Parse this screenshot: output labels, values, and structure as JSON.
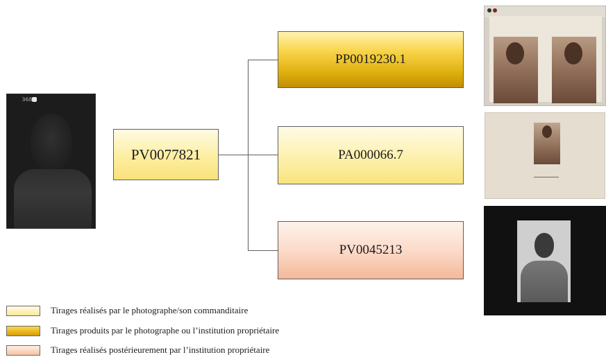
{
  "root": {
    "id": "PV0077821"
  },
  "branches": [
    {
      "id": "PP0019230.1"
    },
    {
      "id": "PA000066.7"
    },
    {
      "id": "PV0045213"
    }
  ],
  "negative_photo": {
    "label": "3685"
  },
  "legend": [
    {
      "label": "Tirages réalisés par le photographe/son commanditaire",
      "color": "#fbe897"
    },
    {
      "label": "Tirages produits par le photographe ou l’institution propriétaire",
      "color": "#e3ad10"
    },
    {
      "label": "Tirages réalisés postérieurement par l’institution propriétaire",
      "color": "#f6c2a4"
    }
  ]
}
